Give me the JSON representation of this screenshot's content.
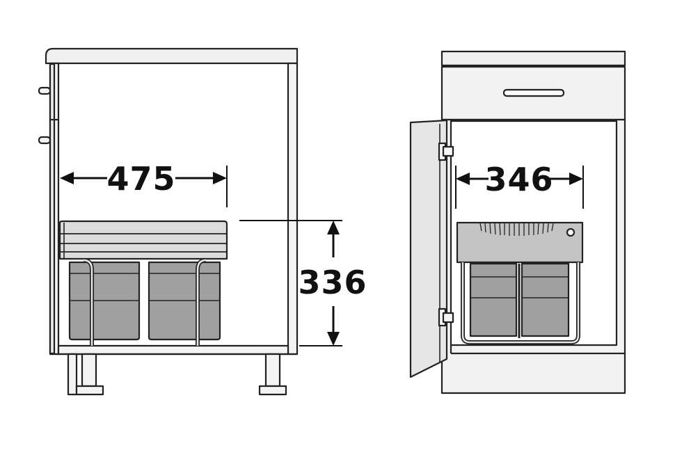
{
  "diagram": {
    "left_unit": {
      "width_label": "475",
      "height_label": "336"
    },
    "right_unit": {
      "width_label": "346"
    }
  },
  "colors": {
    "line": "#222222",
    "cabinet_fill": "#f2f2f2",
    "panel_fill": "#dedede",
    "bin_fill": "#9e9e9e",
    "lid_fill": "#bdbdbd",
    "background": "#ffffff"
  }
}
